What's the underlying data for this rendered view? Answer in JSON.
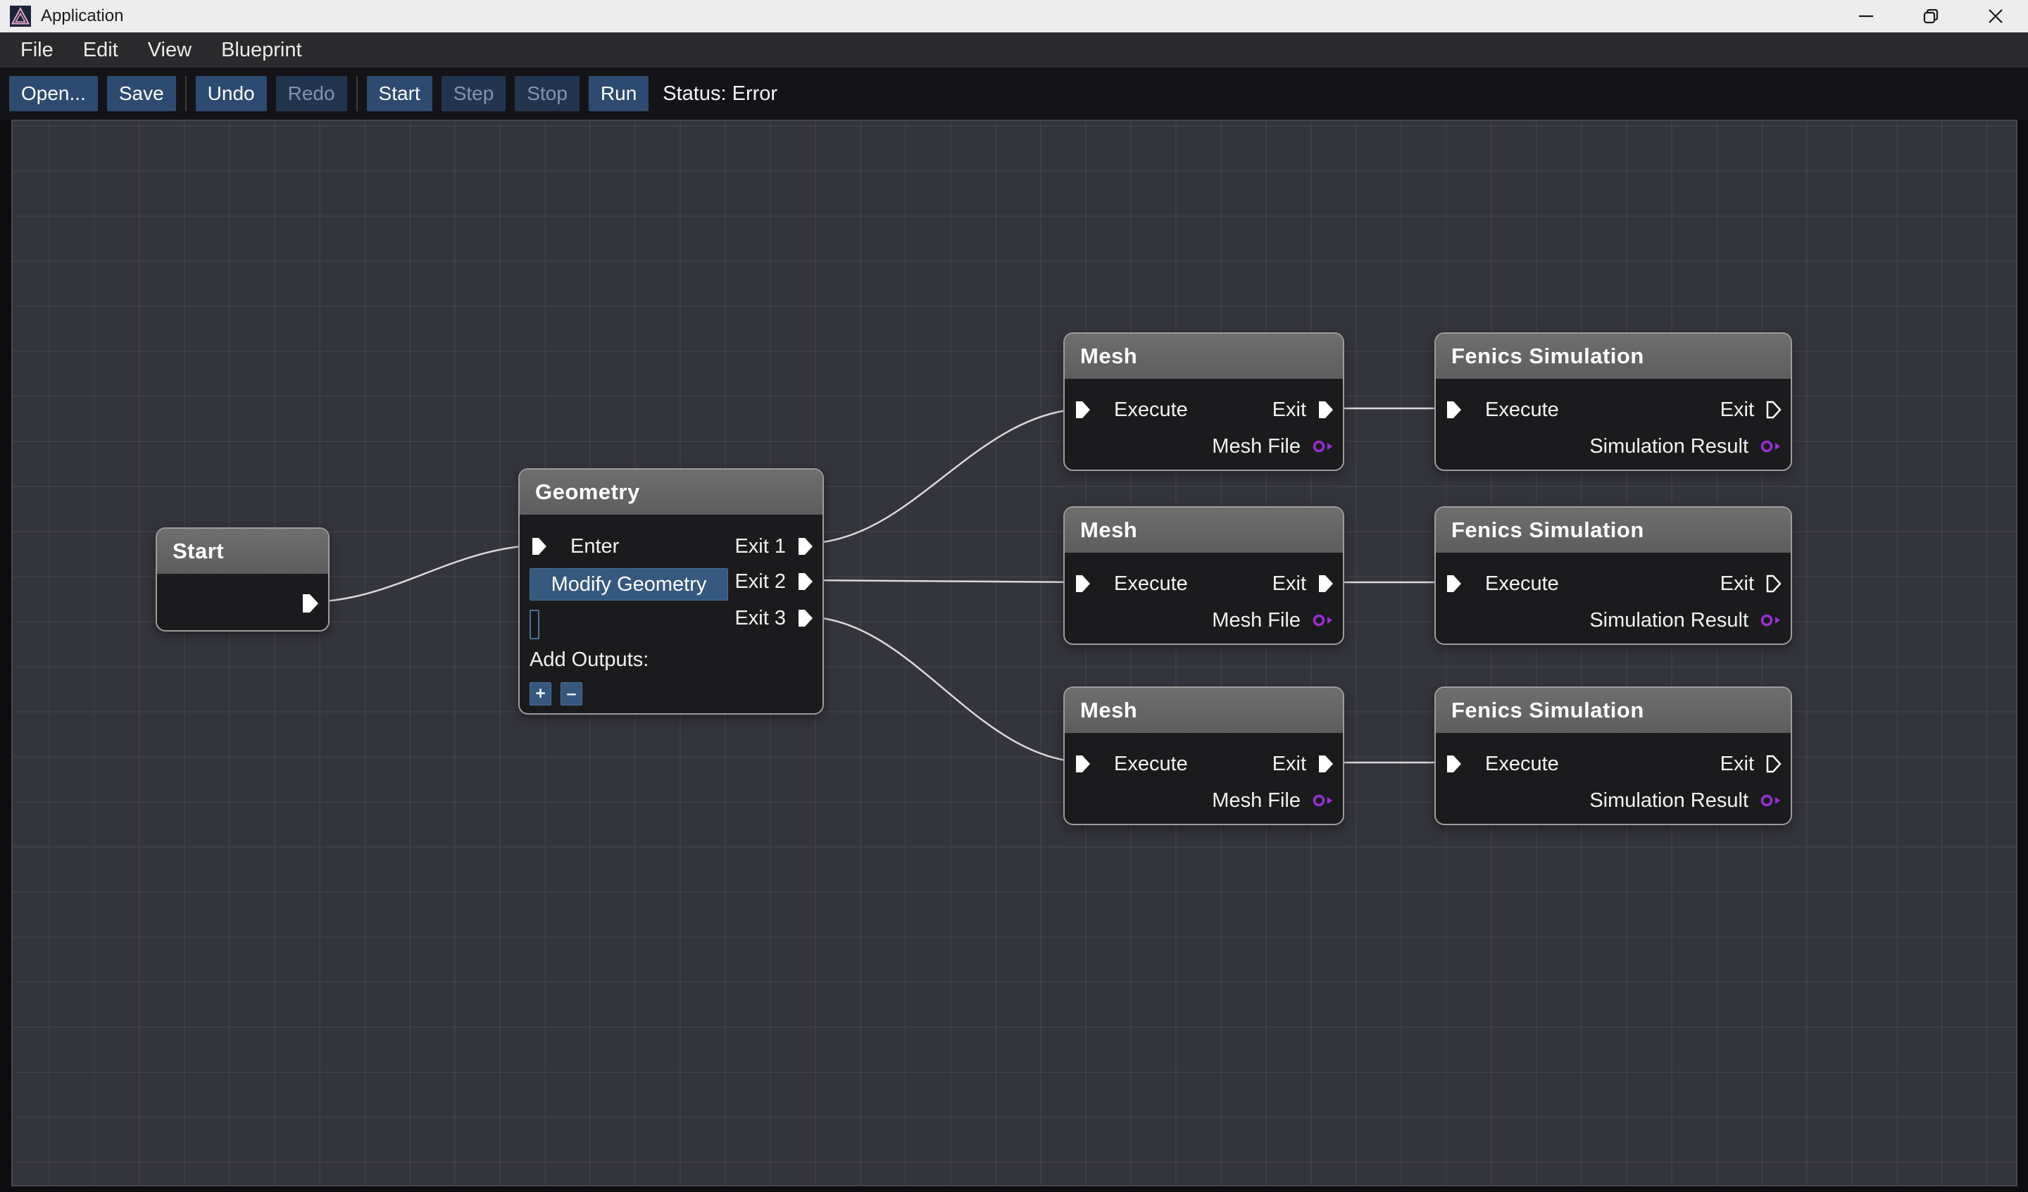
{
  "window": {
    "title": "Application",
    "controls": {
      "minimize": "minimize",
      "restore": "restore",
      "close": "close"
    }
  },
  "menu": {
    "items": [
      {
        "label": "File"
      },
      {
        "label": "Edit"
      },
      {
        "label": "View"
      },
      {
        "label": "Blueprint"
      }
    ]
  },
  "toolbar": {
    "open": "Open...",
    "save": "Save",
    "undo": "Undo",
    "redo": "Redo",
    "start": "Start",
    "step": "Step",
    "stop": "Stop",
    "run": "Run",
    "status": "Status: Error"
  },
  "colors": {
    "accent_blue": "#36597f",
    "toolbar_button_blue": "#2d4b70",
    "pin_purple": "#9a2fd4",
    "wire": "#d9d9d9",
    "canvas_bg": "#34343c",
    "node_body": "#1b1b1e",
    "node_header": "#666668",
    "titlebar_bg": "#ededed",
    "disabled_text": "#8394aa"
  },
  "nodes": {
    "start": {
      "title": "Start"
    },
    "geometry": {
      "title": "Geometry",
      "enter_label": "Enter",
      "exit1_label": "Exit 1",
      "exit2_label": "Exit 2",
      "exit3_label": "Exit 3",
      "modify_button": "Modify Geometry",
      "output_name_value": "",
      "add_outputs_label": "Add Outputs:",
      "add_button": "+",
      "remove_button": "–"
    },
    "mesh1": {
      "title": "Mesh",
      "execute_label": "Execute",
      "exit_label": "Exit",
      "mesh_file_label": "Mesh File"
    },
    "mesh2": {
      "title": "Mesh",
      "execute_label": "Execute",
      "exit_label": "Exit",
      "mesh_file_label": "Mesh File"
    },
    "mesh3": {
      "title": "Mesh",
      "execute_label": "Execute",
      "exit_label": "Exit",
      "mesh_file_label": "Mesh File"
    },
    "fenics1": {
      "title": "Fenics Simulation",
      "execute_label": "Execute",
      "exit_label": "Exit",
      "result_label": "Simulation Result"
    },
    "fenics2": {
      "title": "Fenics Simulation",
      "execute_label": "Execute",
      "exit_label": "Exit",
      "result_label": "Simulation Result"
    },
    "fenics3": {
      "title": "Fenics Simulation",
      "execute_label": "Execute",
      "exit_label": "Exit",
      "result_label": "Simulation Result"
    }
  }
}
